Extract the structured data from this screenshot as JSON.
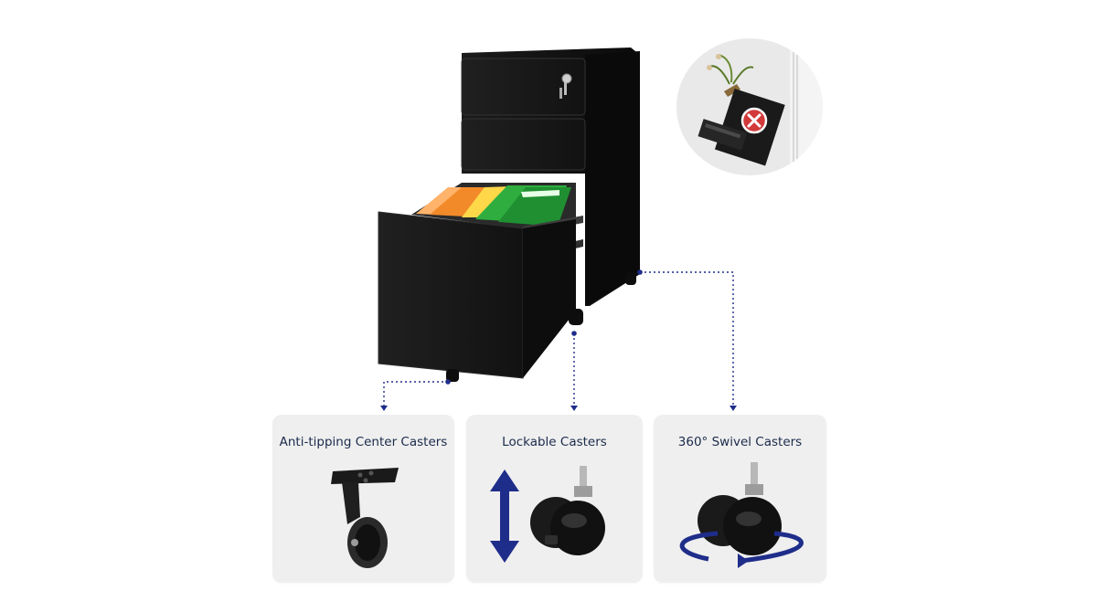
{
  "features": [
    {
      "title": "Anti-tipping Center Casters"
    },
    {
      "title": "Lockable Casters"
    },
    {
      "title": "360° Swivel Casters"
    }
  ],
  "colors": {
    "accent": "#1f2d8a",
    "cabinet": "#111111",
    "card_bg": "#efefef",
    "warning": "#d23a3a"
  },
  "icons": [
    "lock-key-icon",
    "anti-tip-warning-icon",
    "vertical-arrow-icon",
    "rotation-arrow-icon"
  ]
}
